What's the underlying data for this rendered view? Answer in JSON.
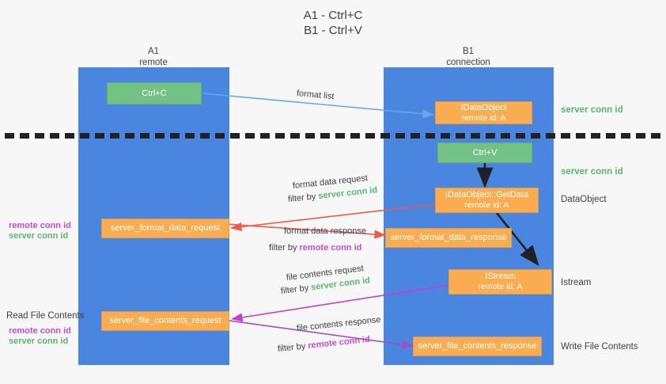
{
  "title": {
    "line1": "A1 - Ctrl+C",
    "line2": "B1 - Ctrl+V"
  },
  "lanes": [
    {
      "id": "a1",
      "name": "A1",
      "sub": "remote"
    },
    {
      "id": "b1",
      "name": "B1",
      "sub": "connection"
    }
  ],
  "nodes": {
    "ctrl_c": {
      "line1": "Ctrl+C",
      "line2": ""
    },
    "data_object": {
      "line1": "IDataObject",
      "line2": "remote id: A"
    },
    "ctrl_v": {
      "line1": "Ctrl+V",
      "line2": ""
    },
    "get_data": {
      "line1": "IDataObject::GetData",
      "line2": "remote id: A"
    },
    "format_req": {
      "line1": "server_format_data_request",
      "line2": ""
    },
    "format_resp": {
      "line1": "server_format_data_response",
      "line2": ""
    },
    "istream": {
      "line1": "IStream",
      "line2": "remote id: A"
    },
    "file_req": {
      "line1": "server_file_contents_request",
      "line2": ""
    },
    "file_resp": {
      "line1": "server_file_contents_response",
      "line2": ""
    }
  },
  "right_labels": {
    "server_conn_top": "server conn id",
    "server_conn_mid": "server conn id",
    "data_object": "DataObject",
    "istream": "Istream",
    "write_file_contents": "Write File Contents"
  },
  "left_labels": {
    "remote_conn_1": "remote conn id",
    "server_conn_1": "server conn id",
    "read_file_contents": "Read File Contents",
    "remote_conn_2": "remote conn id",
    "server_conn_2": "server conn id"
  },
  "captions": {
    "format_list": "format list",
    "format_data_request": "format data request",
    "format_data_request_filter_pre": "filter by ",
    "format_data_request_filter_key": "server conn id",
    "format_data_response": "format data response",
    "format_data_response_filter_pre": "filter by ",
    "format_data_response_filter_key": "remote conn id",
    "file_contents_request": "file contents request",
    "file_contents_request_filter_pre": "filter by ",
    "file_contents_request_filter_key": "server conn id",
    "file_contents_response": "file contents response",
    "file_contents_response_filter_pre": "filter by ",
    "file_contents_response_filter_key": "remote conn id"
  },
  "colors": {
    "lane": "#4a86e0",
    "green_node": "#72c285",
    "orange_node": "#f9ad50",
    "server_conn": "#5cb571",
    "remote_conn": "#c04fd0",
    "wire_blue": "#63a8e8",
    "wire_red": "#ee5a46",
    "wire_magenta": "#c23fd0",
    "wire_purple": "#a24fc0",
    "wire_dark": "#202124",
    "background": "#f7f7f7"
  }
}
